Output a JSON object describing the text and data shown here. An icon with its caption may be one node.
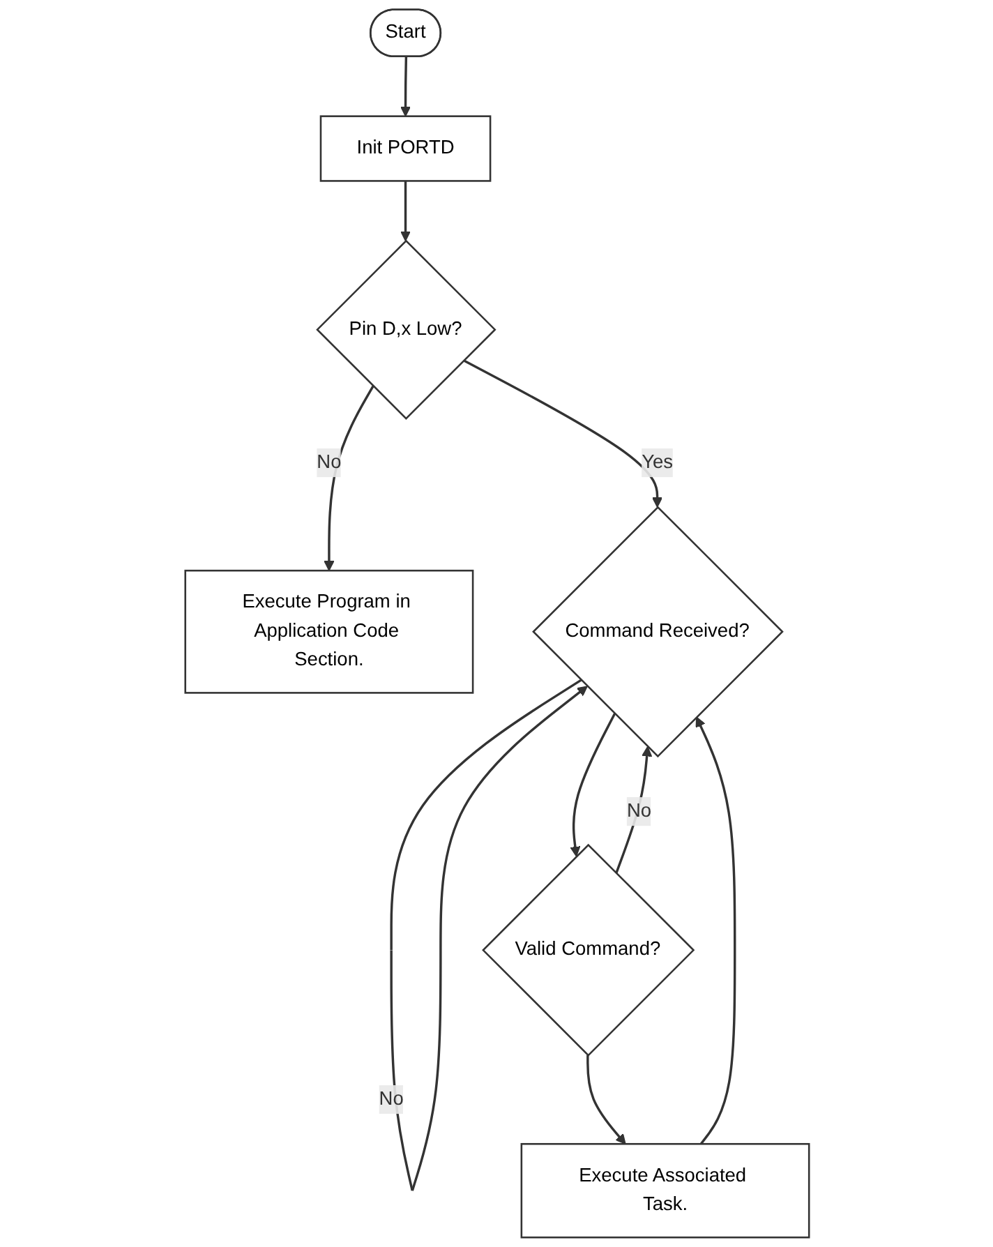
{
  "diagram": {
    "nodes": [
      {
        "text": [
          "Start"
        ]
      },
      {
        "text": [
          "Init PORTD"
        ]
      },
      {
        "text": [
          "Pin D,x Low?"
        ]
      },
      {
        "text": [
          "Execute Program in Application Code Section."
        ]
      },
      {
        "text": [
          "Command Received?"
        ]
      },
      {
        "text": [
          "Valid Command?"
        ]
      },
      {
        "text": [
          "Execute Associated Task."
        ]
      }
    ],
    "edges": [
      {
        "from": 0,
        "to": 1,
        "arrow": "to"
      },
      {
        "from": 1,
        "to": 2,
        "arrow": "to"
      },
      {
        "from": 2,
        "to": 3,
        "arrow": "to",
        "label": "No"
      },
      {
        "from": 2,
        "to": 4,
        "arrow": "to",
        "label": "Yes"
      },
      {
        "from": 4,
        "to": 4,
        "arrow": "to",
        "label": "No"
      },
      {
        "from": 4,
        "to": 5,
        "arrow": "to"
      },
      {
        "from": 5,
        "to": 4,
        "arrow": "to",
        "label": "No"
      },
      {
        "from": 5,
        "to": 6,
        "arrow": "to"
      },
      {
        "from": 6,
        "to": 4,
        "arrow": "to"
      }
    ]
  }
}
